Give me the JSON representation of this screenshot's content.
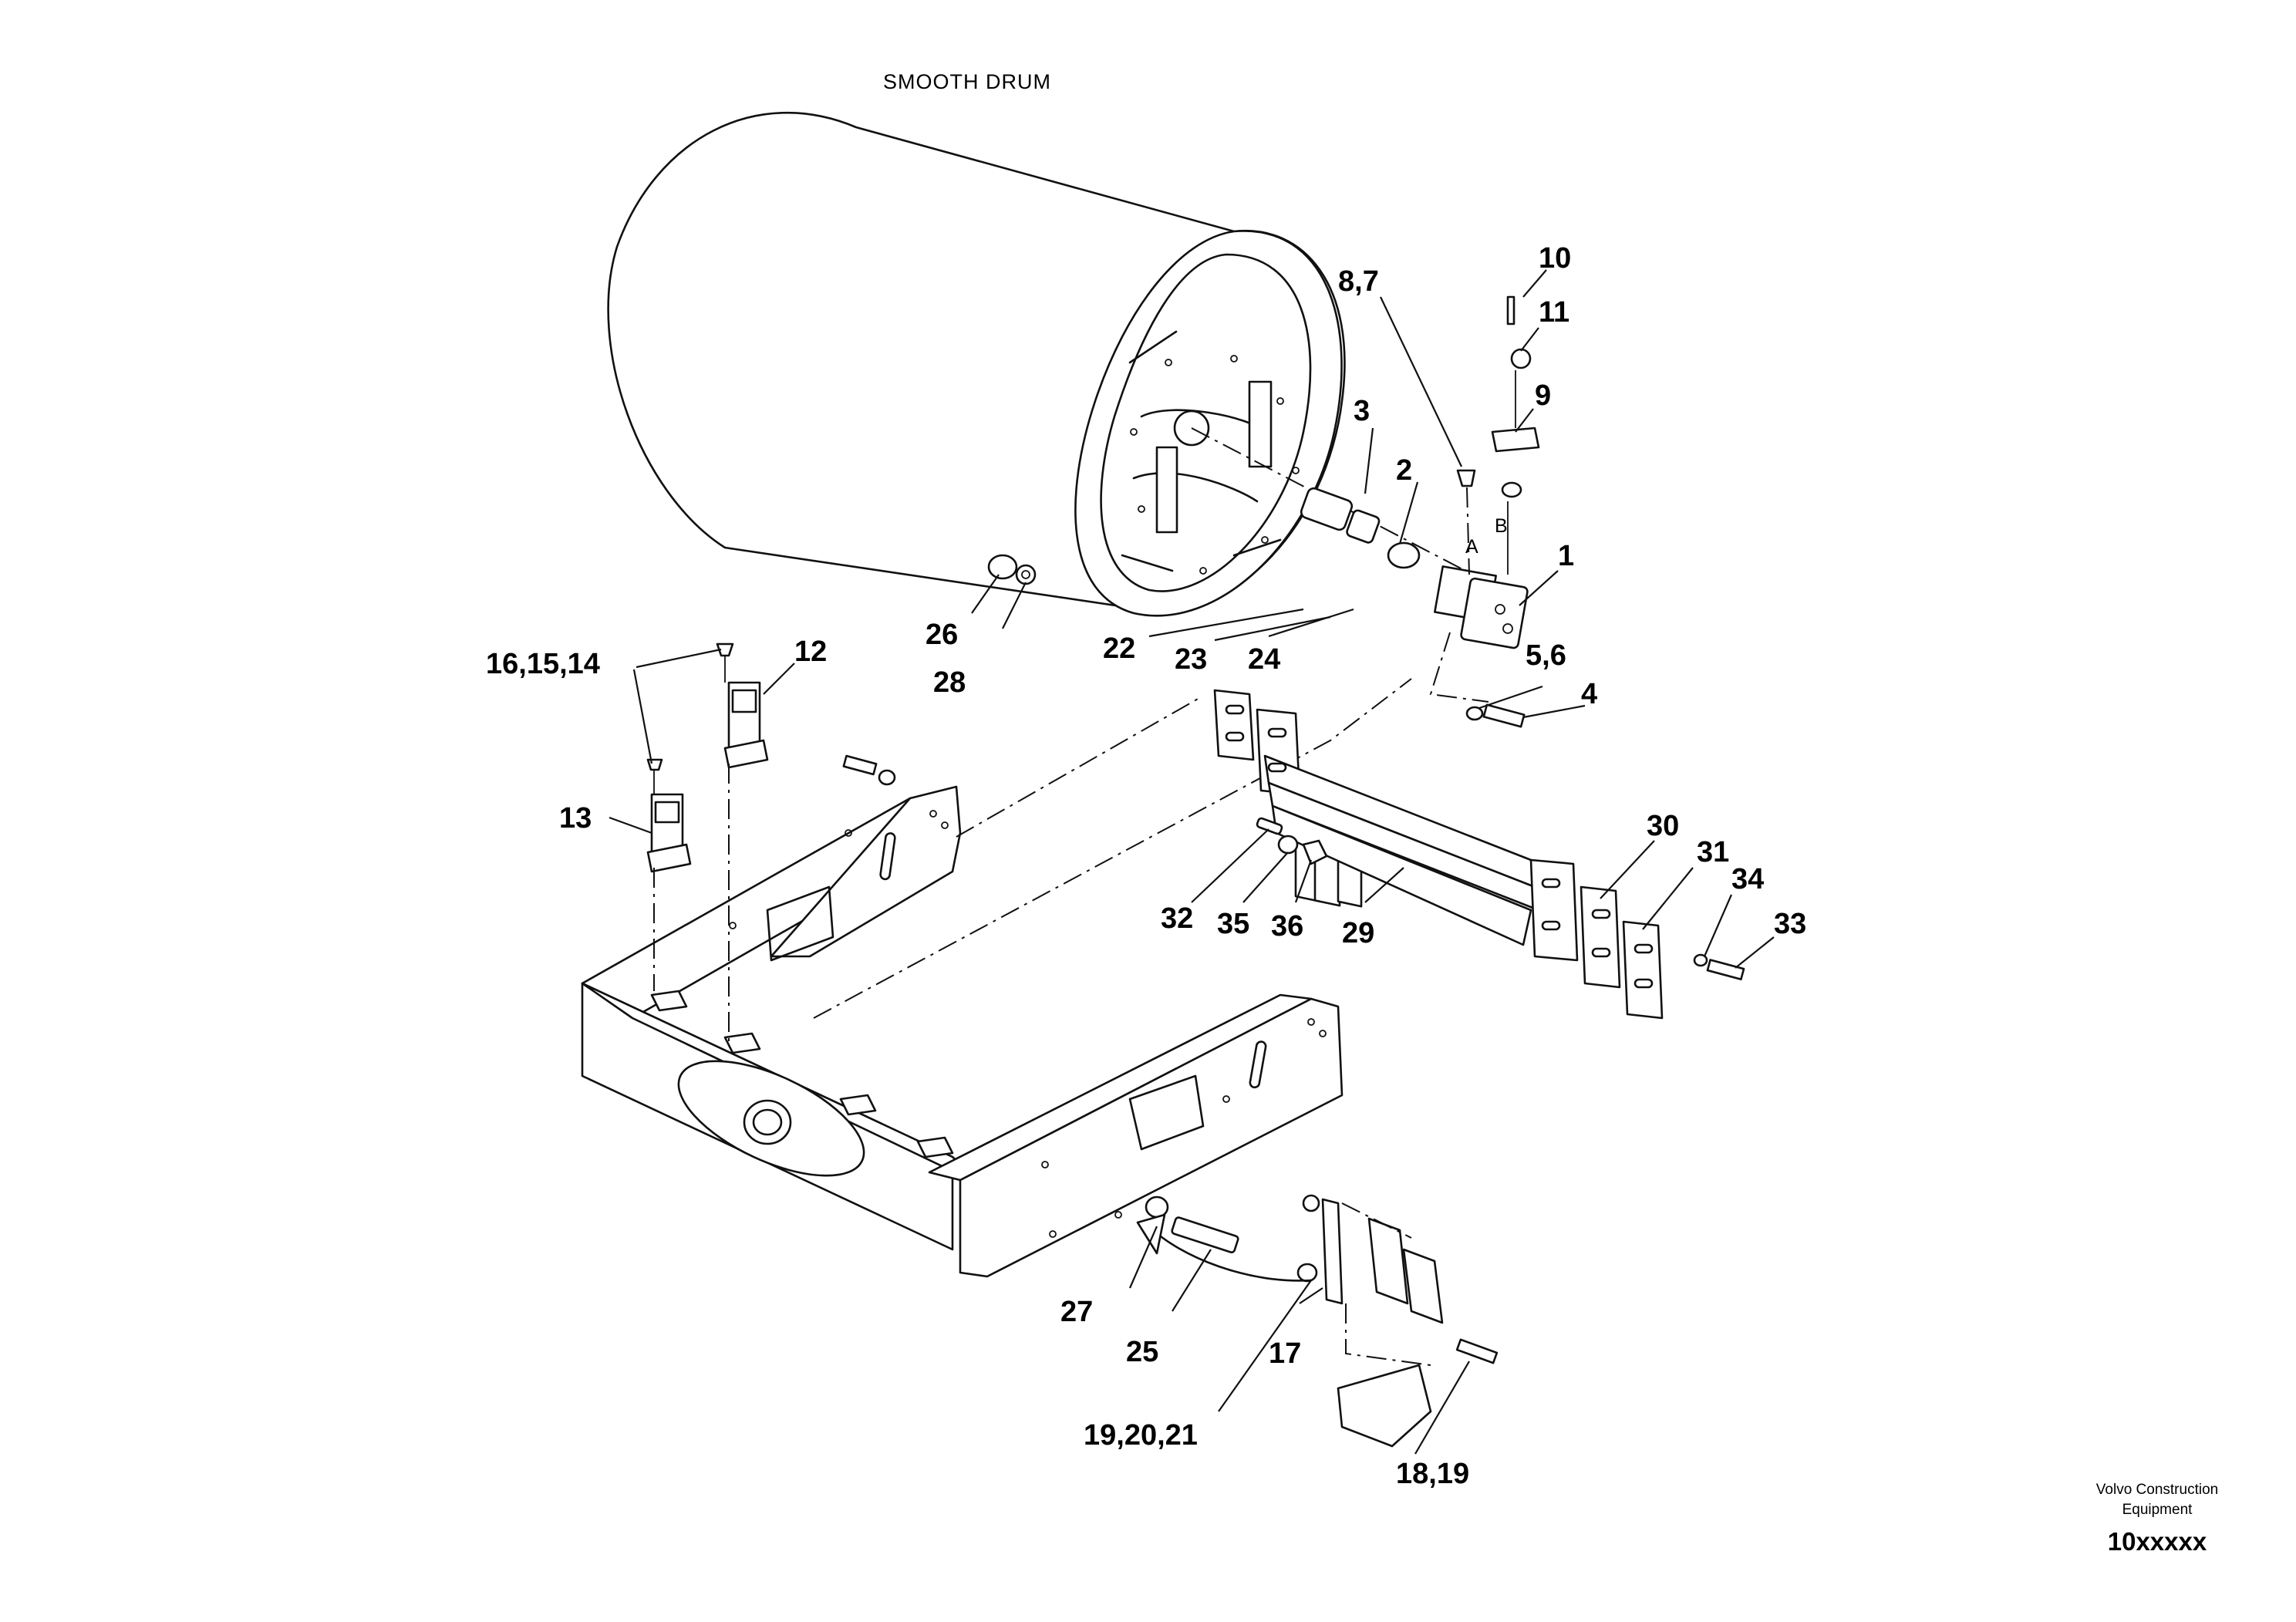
{
  "drum_label": "SMOOTH DRUM",
  "view_letters": {
    "a": "A",
    "b": "B"
  },
  "callouts": {
    "c1": "1",
    "c2": "2",
    "c3": "3",
    "c4": "4",
    "c5_6": "5,6",
    "c8_7": "8,7",
    "c9": "9",
    "c10": "10",
    "c11": "11",
    "c12": "12",
    "c13": "13",
    "c16_15_14": "16,15,14",
    "c17": "17",
    "c18_19": "18,19",
    "c19_20_21": "19,20,21",
    "c22": "22",
    "c23": "23",
    "c24": "24",
    "c25": "25",
    "c26": "26",
    "c27": "27",
    "c28": "28",
    "c29": "29",
    "c30": "30",
    "c31": "31",
    "c32": "32",
    "c33": "33",
    "c34": "34",
    "c35": "35",
    "c36": "36"
  },
  "footer": {
    "company_line1": "Volvo Construction",
    "company_line2": "Equipment",
    "code": "10xxxxx"
  }
}
